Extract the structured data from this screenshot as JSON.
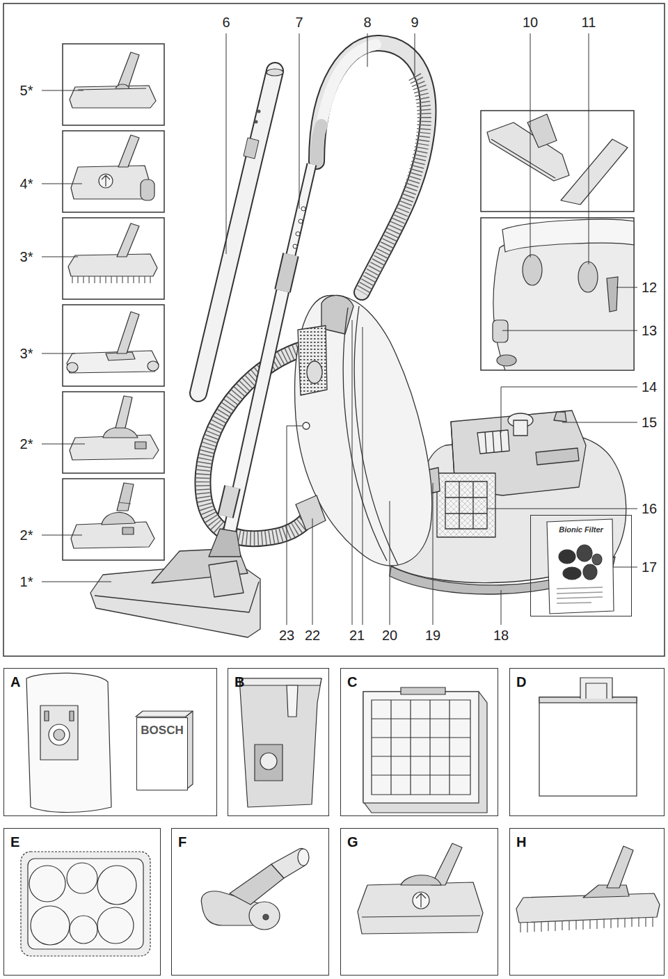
{
  "diagram": {
    "nodes": [
      {
        "text": [
          "Bionic Filter"
        ]
      },
      {
        "text": [
          "A"
        ]
      },
      {
        "text": [
          "BOSCH"
        ],
        "in": 1
      },
      {
        "text": [
          "B"
        ]
      },
      {
        "text": [
          "C"
        ]
      },
      {
        "text": [
          "D"
        ]
      },
      {
        "text": [
          "E"
        ]
      },
      {
        "text": [
          "F"
        ]
      },
      {
        "text": [
          "G"
        ]
      },
      {
        "text": [
          "H"
        ]
      }
    ],
    "labels": [
      "6",
      "7",
      "8",
      "9",
      "10",
      "11",
      "5*",
      "4*",
      "3*",
      "3*",
      "2*",
      "2*",
      "1*",
      "12",
      "13",
      "14",
      "15",
      "16",
      "17",
      "23",
      "22",
      "21",
      "20",
      "19",
      "18"
    ]
  }
}
